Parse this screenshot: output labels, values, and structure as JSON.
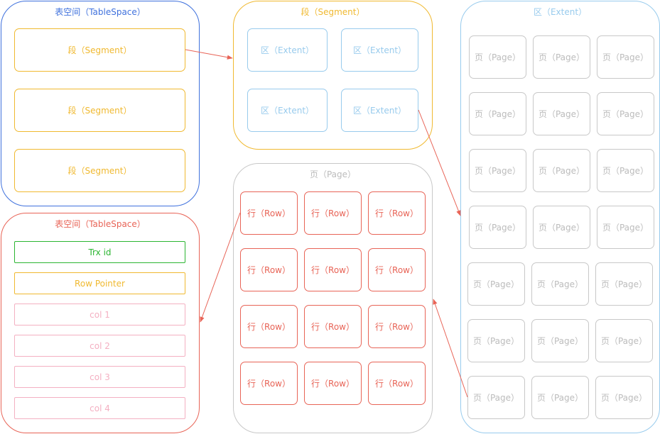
{
  "tablespace_top": {
    "title": "表空间（TableSpace）",
    "segments": [
      "段（Segment）",
      "段（Segment）",
      "段（Segment）"
    ]
  },
  "segment_box": {
    "title": "段（Segment）",
    "extents": [
      "区（Extent）",
      "区（Extent）",
      "区（Extent）",
      "区（Extent）"
    ]
  },
  "extent_box": {
    "title": "区（Extent）",
    "page_label": "页（Page）"
  },
  "page_box": {
    "title": "页（Page）",
    "row_label": "行（Row）"
  },
  "tablespace_bottom": {
    "title": "表空间（TableSpace）",
    "fields": [
      "Trx id",
      "Row Pointer",
      "col 1",
      "col 2",
      "col 3",
      "col 4"
    ]
  },
  "colors": {
    "blue": "#3f71dd",
    "orange": "#f0b930",
    "light_blue": "#98cbed",
    "gray": "#c8c8c8",
    "red": "#e86457",
    "green": "#2bb531",
    "pink": "#f4b0c2"
  }
}
